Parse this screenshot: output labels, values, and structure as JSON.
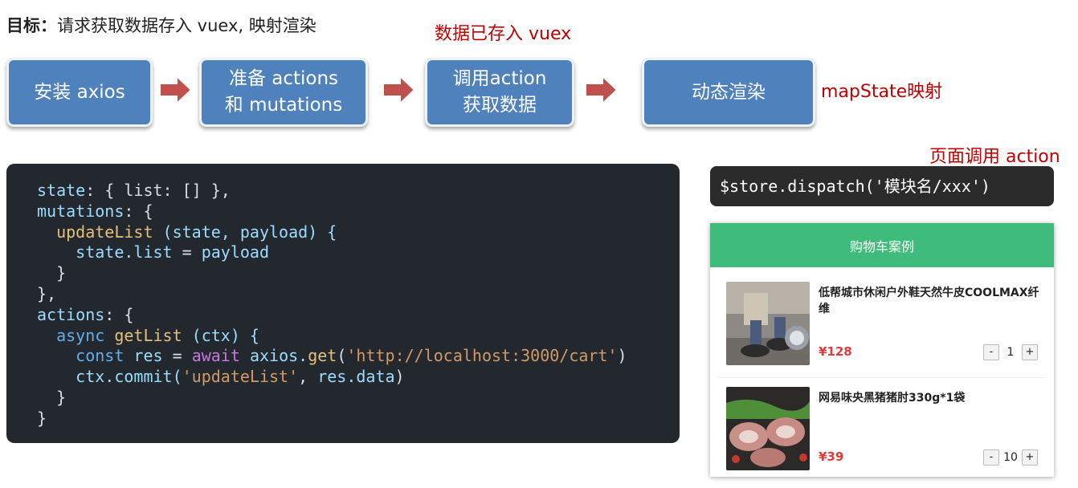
{
  "goal": {
    "label": "目标：",
    "text": "请求获取数据存入 vuex, 映射渲染"
  },
  "annotations": {
    "stored": "数据已存入 vuex",
    "mapstate": "mapState映射",
    "page_call": "页面调用 action"
  },
  "steps": [
    {
      "line1": "安装 axios",
      "line2": ""
    },
    {
      "line1": "准备 actions",
      "line2": "和 mutations"
    },
    {
      "line1": "调用action",
      "line2": "获取数据"
    },
    {
      "line1": "动态渲染",
      "line2": ""
    }
  ],
  "code": {
    "l1_prop": "state",
    "l1_rest": ": { list: [] },",
    "l2_prop": "mutations",
    "l2_rest": ": {",
    "l3_fn": "updateList",
    "l3_rest": " (state, payload) {",
    "l4_a": "state.list",
    "l4_b": " = ",
    "l4_c": "payload",
    "l5": "}",
    "l6": "},",
    "l7_prop": "actions",
    "l7_rest": ": {",
    "l8_kw": "async",
    "l8_fn": " getList",
    "l8_rest": " (ctx) {",
    "l9_kw": "const",
    "l9_a": " res",
    "l9_b": " = ",
    "l9_aw": "await",
    "l9_c": " axios.",
    "l9_fn": "get",
    "l9_d": "(",
    "l9_str": "'http://localhost:3000/cart'",
    "l9_e": ")",
    "l10_a": "ctx.commit(",
    "l10_str": "'updateList'",
    "l10_b": ", ",
    "l10_c": "res.data",
    "l10_d": ")",
    "l11": "}",
    "l12": "}"
  },
  "dispatch": "$store.dispatch('模块名/xxx')",
  "cart": {
    "title": "购物车案例",
    "items": [
      {
        "name": "低帮城市休闲户外鞋天然牛皮COOLMAX纤维",
        "price": "¥128",
        "qty": "1",
        "minus": "-",
        "plus": "+"
      },
      {
        "name": "网易味央黑猪猪肘330g*1袋",
        "price": "¥39",
        "qty": "10",
        "minus": "-",
        "plus": "+"
      }
    ]
  },
  "colors": {
    "step_fill": "#4f81bd",
    "arrow_fill": "#c0504d",
    "annotation_red": "#c00000",
    "cart_header": "#3fbb7c",
    "price_red": "#e4393c",
    "code_bg": "#23272e"
  }
}
